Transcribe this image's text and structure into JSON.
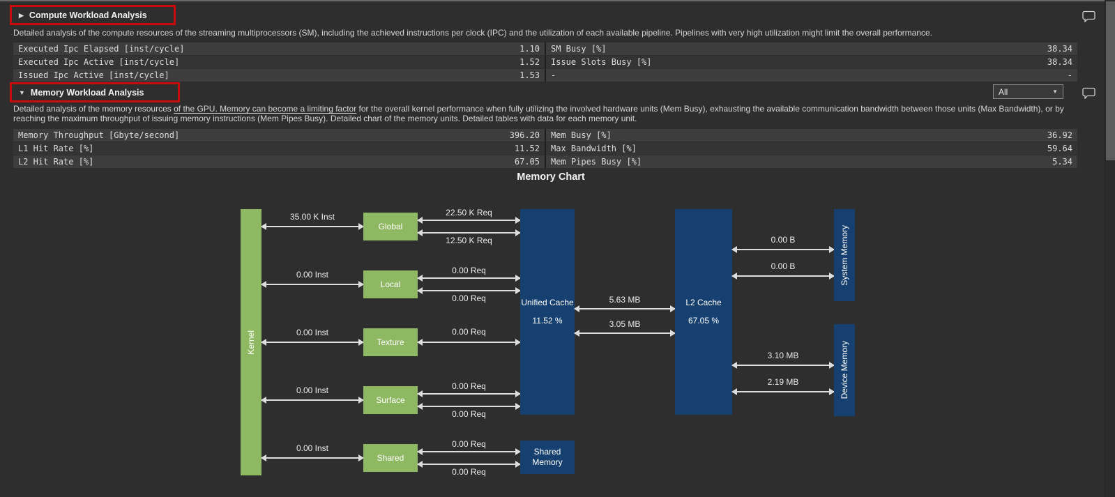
{
  "colors": {
    "annotation_red": "#c90b0b",
    "unit_green": "#8fb863",
    "cache_blue": "#16406f",
    "background": "#2e2e2e"
  },
  "compute": {
    "collapse_icon": "▶",
    "title": "Compute Workload Analysis",
    "description": "Detailed analysis of the compute resources of the streaming multiprocessors (SM), including the achieved instructions per clock (IPC) and the utilization of each available pipeline. Pipelines with very high utilization might limit the overall performance.",
    "rows": [
      {
        "lname": "Executed Ipc Elapsed [inst/cycle]",
        "lval": "1.10",
        "rname": "SM Busy [%]",
        "rval": "38.34"
      },
      {
        "lname": "Executed Ipc Active [inst/cycle]",
        "lval": "1.52",
        "rname": "Issue Slots Busy [%]",
        "rval": "38.34"
      },
      {
        "lname": "Issued Ipc Active [inst/cycle]",
        "lval": "1.53",
        "rname": "-",
        "rval": "-"
      }
    ]
  },
  "memory": {
    "collapse_icon": "▼",
    "title": "Memory Workload Analysis",
    "filter_value": "All",
    "dropdown_chevron": "▼",
    "desc_pre": "Detailed analysis of the memory resources ",
    "desc_underline": "of the GPU. Memory can become a limiting factor",
    "desc_post": " for the overall kernel performance when fully utilizing the involved hardware units (Mem Busy), exhausting the available communication bandwidth between those units (Max Bandwidth), or by reaching the maximum throughput of issuing memory instructions (Mem Pipes Busy). Detailed chart of the memory units. Detailed tables with data for each memory unit.",
    "rows": [
      {
        "lname": "Memory Throughput [Gbyte/second]",
        "lval": "396.20",
        "rname": "Mem Busy [%]",
        "rval": "36.92"
      },
      {
        "lname": "L1 Hit Rate [%]",
        "lval": "11.52",
        "rname": "Max Bandwidth [%]",
        "rval": "59.64"
      },
      {
        "lname": "L2 Hit Rate [%]",
        "lval": "67.05",
        "rname": "Mem Pipes Busy [%]",
        "rval": "5.34"
      }
    ]
  },
  "chart": {
    "title": "Memory Chart",
    "kernel_label": "Kernel",
    "units": [
      {
        "name": "Global",
        "inst": "35.00 K Inst",
        "req_top": "22.50 K Req",
        "req_bottom": "12.50 K Req"
      },
      {
        "name": "Local",
        "inst": "0.00 Inst",
        "req_top": "0.00 Req",
        "req_bottom": "0.00 Req"
      },
      {
        "name": "Texture",
        "inst": "0.00 Inst",
        "req_top": "0.00 Req"
      },
      {
        "name": "Surface",
        "inst": "0.00 Inst",
        "req_top": "0.00 Req",
        "req_bottom": "0.00 Req"
      },
      {
        "name": "Shared",
        "inst": "0.00 Inst",
        "req_top": "0.00 Req",
        "req_bottom": "0.00 Req"
      }
    ],
    "unified_cache": {
      "label": "Unified Cache",
      "pct": "11.52 %"
    },
    "shared_memory": {
      "label": "Shared Memory"
    },
    "l2_cache": {
      "label": "L2 Cache",
      "pct": "67.05 %"
    },
    "uc_l2": {
      "top": "5.63 MB",
      "bottom": "3.05 MB"
    },
    "system_memory": {
      "label": "System Memory",
      "top": "0.00 B",
      "bottom": "0.00 B"
    },
    "device_memory": {
      "label": "Device Memory",
      "top": "3.10 MB",
      "bottom": "2.19 MB"
    }
  }
}
